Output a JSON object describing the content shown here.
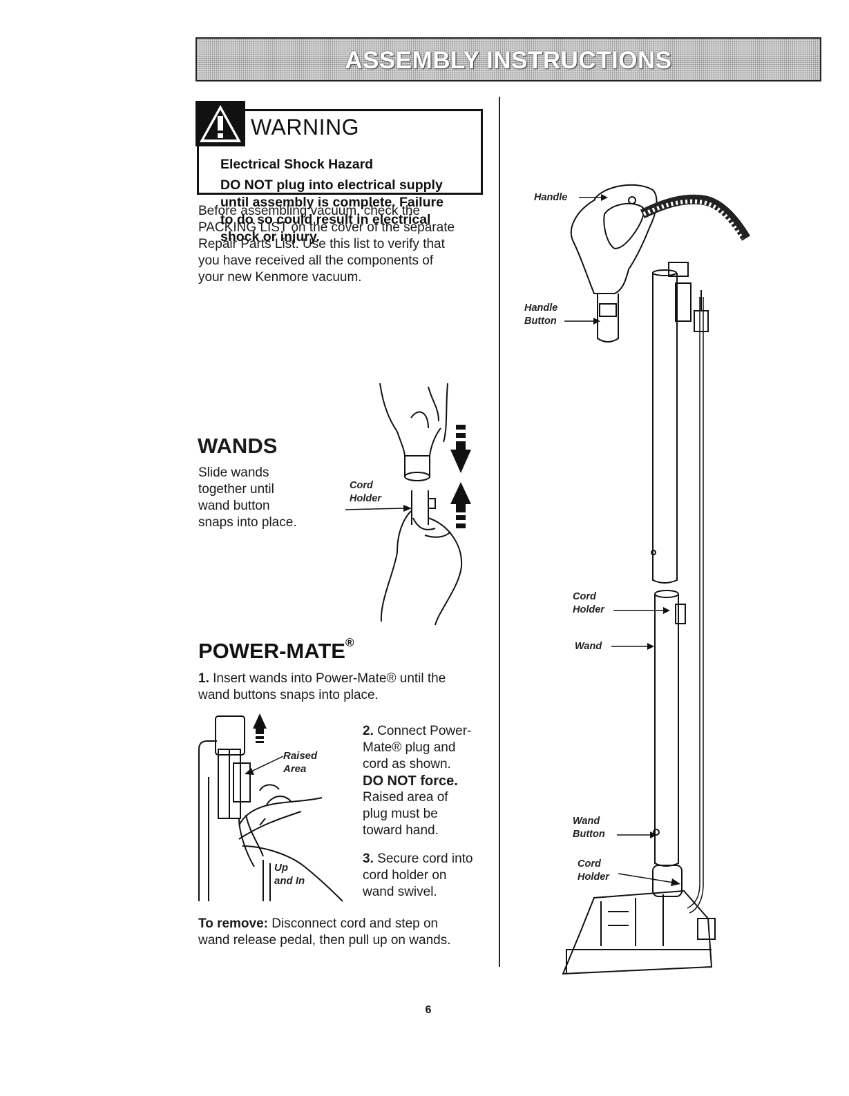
{
  "header": {
    "title": "ASSEMBLY INSTRUCTIONS"
  },
  "warning": {
    "title": "WARNING",
    "subtitle": "Electrical Shock Hazard",
    "lines": [
      "DO NOT plug into electrical supply",
      "until assembly is complete. Failure",
      "to do so could result in electrical",
      "shock or injury."
    ]
  },
  "intro": {
    "lines": [
      "Before assembling vacuum, check the",
      "PACKING LIST on the cover of the separate",
      "Repair Parts List. Use this list to verify that",
      "you have received all the components of",
      "your new Kenmore vacuum."
    ]
  },
  "wands": {
    "title": "WANDS",
    "lines": [
      "Slide wands",
      "together until",
      "wand button",
      "snaps into place."
    ],
    "callout_cord_holder": [
      "Cord",
      "Holder"
    ]
  },
  "powermate": {
    "title": "POWER-MATE",
    "title_mark": "®",
    "step1": {
      "number": "1.",
      "lines": [
        "Insert wands into Power-Mate® until the",
        "wand buttons snaps into place."
      ]
    },
    "step2": {
      "number": "2.",
      "line1": "Connect Power-",
      "line2": "Mate® plug and",
      "line3": "cord as shown.",
      "do_not": "DO NOT force.",
      "line4": "Raised area of",
      "line5": "plug must be",
      "line6": "toward hand."
    },
    "step3": {
      "number": "3.",
      "lines": [
        "Secure cord into",
        "cord holder on",
        "wand swivel."
      ]
    },
    "callout_raised": [
      "Raised",
      "Area"
    ],
    "callout_up": [
      "Up",
      "and In"
    ],
    "remove": {
      "label": "To remove:",
      "line1": "Disconnect cord and step on",
      "line2": "wand release pedal, then pull up on wands."
    }
  },
  "diagram": {
    "handle": "Handle",
    "handle_button": [
      "Handle",
      "Button"
    ],
    "cord_holder_top": [
      "Cord",
      "Holder"
    ],
    "wand": "Wand",
    "wand_button": [
      "Wand",
      "Button"
    ],
    "cord_holder_bottom": [
      "Cord",
      "Holder"
    ]
  },
  "page_number": "6"
}
